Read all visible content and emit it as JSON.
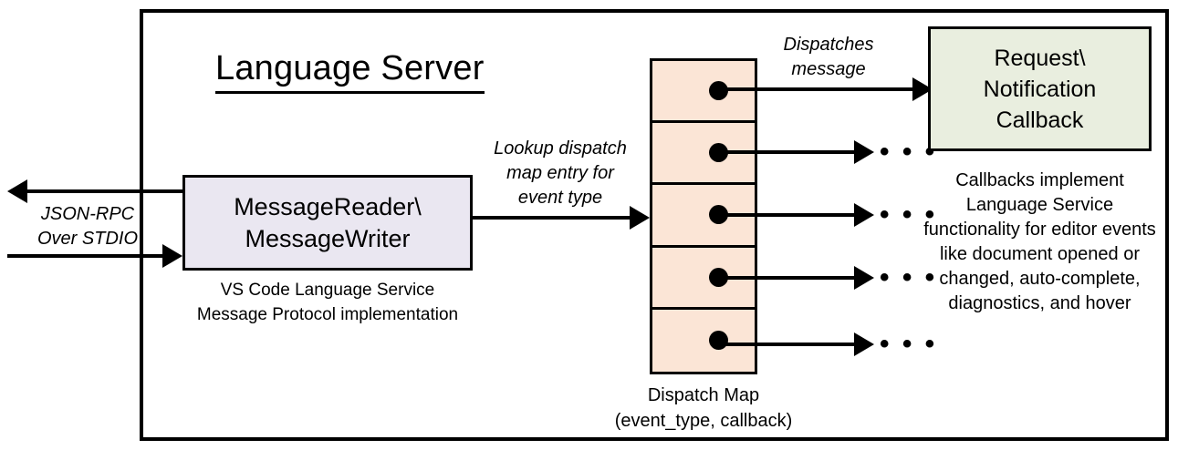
{
  "diagram": {
    "title": "Language Server",
    "boundary_label": "Language Server boundary"
  },
  "reader": {
    "title_line1": "MessageReader\\",
    "title_line2": "MessageWriter",
    "caption_line1": "VS Code Language Service",
    "caption_line2": "Message Protocol implementation",
    "fill": "#EAE7F1"
  },
  "dispatch_map": {
    "caption_line1": "Dispatch Map",
    "caption_line2": "(event_type, callback)",
    "fill": "#FBE5D6",
    "rows": [
      {
        "dot": "entry-dot",
        "outflow": "to-callback"
      },
      {
        "dot": "entry-dot",
        "outflow": "ellipsis"
      },
      {
        "dot": "entry-dot",
        "outflow": "ellipsis"
      },
      {
        "dot": "entry-dot",
        "outflow": "ellipsis"
      },
      {
        "dot": "entry-dot",
        "outflow": "ellipsis"
      }
    ],
    "ellipsis_glyph": "• • •"
  },
  "callback": {
    "title_line1": "Request\\",
    "title_line2": "Notification",
    "title_line3": "Callback",
    "caption": "Callbacks implement Language Service functionality for editor events like document opened or changed, auto-complete, diagnostics, and hover",
    "fill": "#E9EEDF"
  },
  "annotations": {
    "stdio_line1": "JSON-RPC",
    "stdio_line2": "Over STDIO",
    "lookup_line1": "Lookup dispatch",
    "lookup_line2": "map entry for",
    "lookup_line3": "event type",
    "dispatches_line1": "Dispatches",
    "dispatches_line2": "message"
  },
  "colors": {
    "stroke": "#000000",
    "background": "#FFFFFF"
  }
}
